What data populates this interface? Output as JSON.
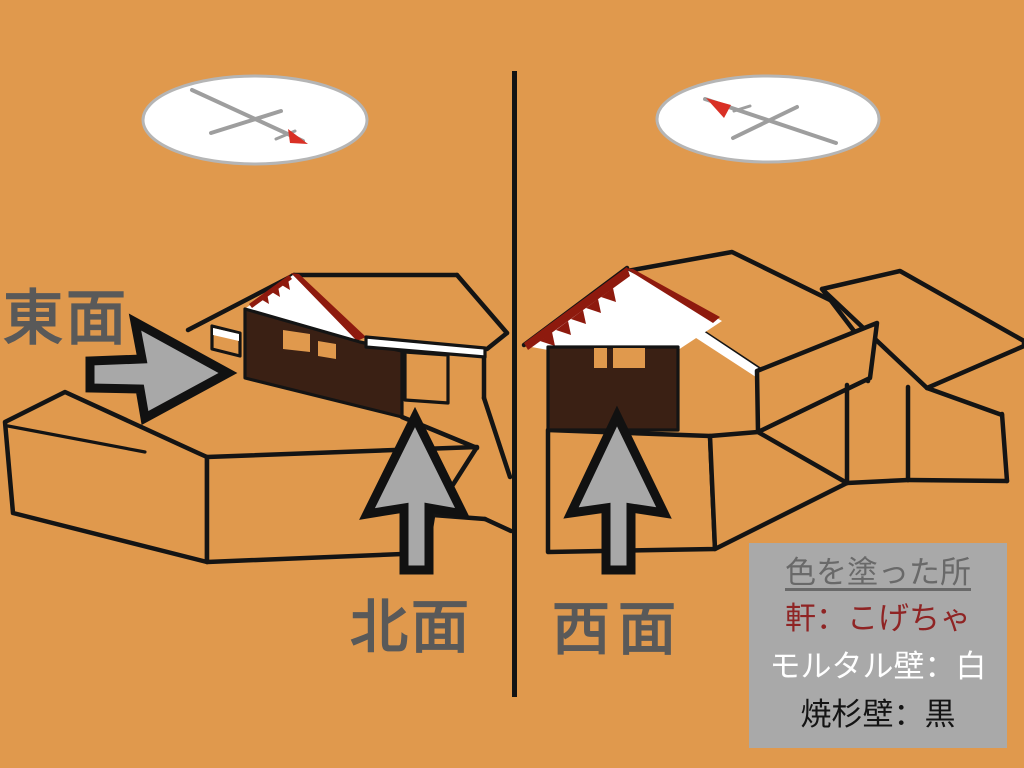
{
  "scene": {
    "left_panel": {
      "east_label": "東面",
      "north_label": "北面",
      "compass": "compass-rose-pointing-southeast"
    },
    "right_panel": {
      "west_label": "西面",
      "compass": "compass-rose-pointing-northwest"
    },
    "legend": {
      "title": "色を塗った所",
      "items": [
        {
          "label": "軒：こげちゃ",
          "color": "#8f2424"
        },
        {
          "label": "モルタル壁：白",
          "color": "#ffffff"
        },
        {
          "label": "焼杉壁：黒",
          "color": "#141414"
        }
      ]
    },
    "colors": {
      "background": "#e0994d",
      "wall_brown": "#3a2014",
      "eave_red": "#8e1a0e",
      "arrow_gray": "#a8a8a8",
      "label_gray": "#595959",
      "legend_bg": "#a9a9a9",
      "compass_red": "#d93025",
      "compass_line": "#9e9e9e",
      "outline": "#141414"
    }
  }
}
